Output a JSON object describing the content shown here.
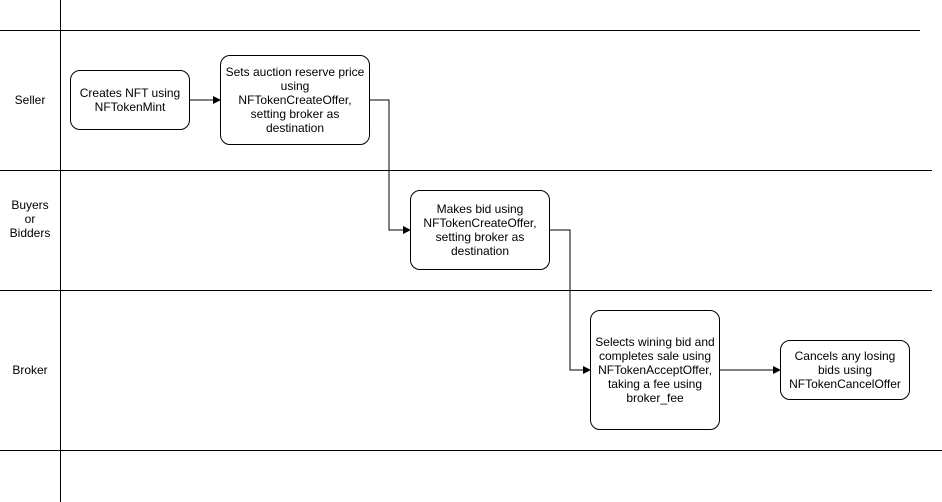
{
  "lanes": [
    {
      "label": "Seller"
    },
    {
      "label": "Buyers\nor\nBidders"
    },
    {
      "label": "Broker"
    }
  ],
  "nodes": [
    {
      "id": "create-nft",
      "lane": "Seller",
      "text": "Creates NFT using NFTokenMint"
    },
    {
      "id": "set-reserve",
      "lane": "Seller",
      "text": "Sets auction reserve price using NFTokenCreateOffer, setting broker as destination"
    },
    {
      "id": "make-bid",
      "lane": "Buyers or Bidders",
      "text": "Makes bid using NFTokenCreateOffer, setting broker as destination"
    },
    {
      "id": "select-winner",
      "lane": "Broker",
      "text": "Selects wining bid and completes sale using NFTokenAcceptOffer, taking a fee using broker_fee"
    },
    {
      "id": "cancel-losing",
      "lane": "Broker",
      "text": "Cancels any losing bids using NFTokenCancelOffer"
    }
  ],
  "edges": [
    {
      "from": "create-nft",
      "to": "set-reserve"
    },
    {
      "from": "set-reserve",
      "to": "make-bid"
    },
    {
      "from": "make-bid",
      "to": "select-winner"
    },
    {
      "from": "select-winner",
      "to": "cancel-losing"
    }
  ],
  "colors": {
    "line": "#000000",
    "node_fill": "#ffffff"
  }
}
